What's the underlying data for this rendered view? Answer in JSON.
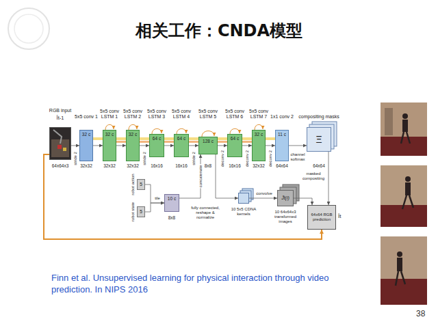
{
  "diagram": {
    "title": "相关工作：CNDA模型",
    "nodes": [
      {
        "text": [
          "RGB input",
          "64x64x3"
        ]
      },
      {
        "text": [
          "5x5 conv 1",
          "32 c",
          "32x32"
        ]
      },
      {
        "text": [
          "5x5 conv LSTM 1",
          "32 c",
          "32x32"
        ]
      },
      {
        "text": [
          "5x5 conv LSTM 2",
          "32 c",
          "32x32"
        ]
      },
      {
        "text": [
          "5x5 conv LSTM 3",
          "64 c",
          "16x16"
        ]
      },
      {
        "text": [
          "5x5 conv LSTM 4",
          "64 c",
          "16x16"
        ]
      },
      {
        "text": [
          "5x5 conv LSTM 5",
          "128 c",
          "8x8"
        ]
      },
      {
        "text": [
          "5x5 conv LSTM 6",
          "64 c",
          "16x16"
        ]
      },
      {
        "text": [
          "5x5 conv LSTM 7",
          "32 c",
          "32x32"
        ]
      },
      {
        "text": [
          "1x1 conv 2",
          "11 c",
          "64x64"
        ]
      },
      {
        "text": [
          "compositing masks",
          "Ξ",
          "64x64"
        ]
      },
      {
        "text": [
          "robot action",
          "5"
        ]
      },
      {
        "text": [
          "robot state",
          "5"
        ]
      },
      {
        "text": [
          "10 c",
          "8x8"
        ]
      },
      {
        "text": [
          "10 5x5 CDNA kernels"
        ]
      },
      {
        "text": [
          "J̃t(i)",
          "10 64x64x3 transformed images"
        ]
      },
      {
        "text": [
          "64x64 RGB prediction"
        ]
      }
    ],
    "edges": [
      {
        "from": 0,
        "to": 1,
        "arrow": "to",
        "label": "stride 2"
      },
      {
        "from": 1,
        "to": 2,
        "arrow": "to"
      },
      {
        "from": 2,
        "to": 3,
        "arrow": "to"
      },
      {
        "from": 3,
        "to": 4,
        "arrow": "to",
        "label": "stride 2"
      },
      {
        "from": 4,
        "to": 5,
        "arrow": "to"
      },
      {
        "from": 5,
        "to": 6,
        "arrow": "to",
        "label": "stride 2"
      },
      {
        "from": 6,
        "to": 7,
        "arrow": "to",
        "label": "deconv 2"
      },
      {
        "from": 7,
        "to": 8,
        "arrow": "to",
        "label": "deconv 2"
      },
      {
        "from": 8,
        "to": 9,
        "arrow": "to",
        "label": "deconv 2"
      },
      {
        "from": 9,
        "to": 10,
        "arrow": "to",
        "label": "channel softmax"
      },
      {
        "from": 11,
        "to": 13,
        "arrow": "to",
        "label": "tile"
      },
      {
        "from": 12,
        "to": 13,
        "arrow": "to"
      },
      {
        "from": 13,
        "to": 6,
        "arrow": "to",
        "label": "concatenate"
      },
      {
        "from": 6,
        "to": 14,
        "arrow": "to",
        "label": "fully connected, reshape & normalize"
      },
      {
        "from": 14,
        "to": 15,
        "arrow": "to",
        "label": "convolve"
      },
      {
        "from": 10,
        "to": 16,
        "arrow": "to",
        "label": "masked compositing"
      },
      {
        "from": 15,
        "to": 16,
        "arrow": "to"
      },
      {
        "from": 0,
        "to": 16,
        "arrow": "to"
      }
    ],
    "labels": [
      "Ît-1",
      "Ît",
      "Finn et al. Unsupervised learning for physical interaction through video prediction. In NIPS 2016",
      "38"
    ]
  }
}
